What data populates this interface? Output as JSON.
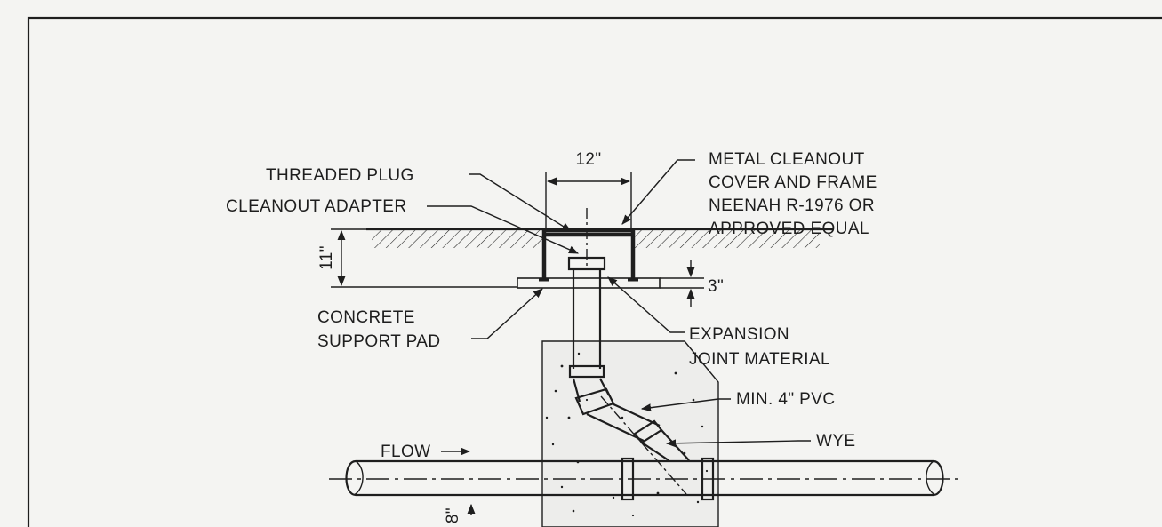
{
  "labels": {
    "metal_cleanout_1": "METAL CLEANOUT",
    "metal_cleanout_2": "COVER AND FRAME",
    "metal_cleanout_3": "NEENAH R-1976 OR",
    "metal_cleanout_4": "APPROVED EQUAL",
    "threaded_plug": "THREADED PLUG",
    "cleanout_adapter": "CLEANOUT ADAPTER",
    "concrete_pad_1": "CONCRETE",
    "concrete_pad_2": "SUPPORT PAD",
    "expansion_1": "EXPANSION",
    "expansion_2": "JOINT MATERIAL",
    "pvc": "MIN. 4\" PVC",
    "wye": "WYE",
    "flow": "FLOW"
  },
  "dimensions": {
    "frame_width": "12\"",
    "cover_depth": "11\"",
    "pad_thickness": "3\"",
    "main_depth": "8\""
  },
  "colors": {
    "ink": "#1e1e1e",
    "paper": "#f4f4f2"
  }
}
